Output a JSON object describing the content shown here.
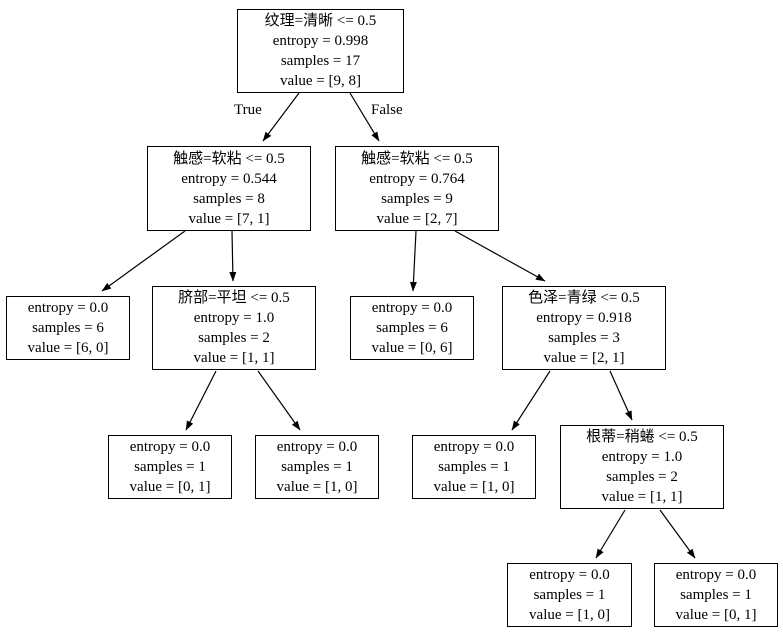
{
  "tree": {
    "edge_labels": {
      "true": "True",
      "false": "False"
    },
    "nodes": [
      {
        "id": "root",
        "condition": "纹理=清晰 <= 0.5",
        "entropy": "entropy = 0.998",
        "samples": "samples = 17",
        "value": "value = [9, 8]"
      },
      {
        "id": "touch-left",
        "condition": "触感=软粘 <= 0.5",
        "entropy": "entropy = 0.544",
        "samples": "samples = 8",
        "value": "value = [7, 1]"
      },
      {
        "id": "touch-right",
        "condition": "触感=软粘 <= 0.5",
        "entropy": "entropy = 0.764",
        "samples": "samples = 9",
        "value": "value = [2, 7]"
      },
      {
        "id": "leaf-6-0",
        "entropy": "entropy = 0.0",
        "samples": "samples = 6",
        "value": "value = [6, 0]"
      },
      {
        "id": "navel",
        "condition": "脐部=平坦 <= 0.5",
        "entropy": "entropy = 1.0",
        "samples": "samples = 2",
        "value": "value = [1, 1]"
      },
      {
        "id": "leaf-0-6",
        "entropy": "entropy = 0.0",
        "samples": "samples = 6",
        "value": "value = [0, 6]"
      },
      {
        "id": "color",
        "condition": "色泽=青绿 <= 0.5",
        "entropy": "entropy = 0.918",
        "samples": "samples = 3",
        "value": "value = [2, 1]"
      },
      {
        "id": "leaf-0-1-a",
        "entropy": "entropy = 0.0",
        "samples": "samples = 1",
        "value": "value = [0, 1]"
      },
      {
        "id": "leaf-1-0-a",
        "entropy": "entropy = 0.0",
        "samples": "samples = 1",
        "value": "value = [1, 0]"
      },
      {
        "id": "leaf-1-0-b",
        "entropy": "entropy = 0.0",
        "samples": "samples = 1",
        "value": "value = [1, 0]"
      },
      {
        "id": "root-stem",
        "condition": "根蒂=稍蜷 <= 0.5",
        "entropy": "entropy = 1.0",
        "samples": "samples = 2",
        "value": "value = [1, 1]"
      },
      {
        "id": "leaf-1-0-c",
        "entropy": "entropy = 0.0",
        "samples": "samples = 1",
        "value": "value = [1, 0]"
      },
      {
        "id": "leaf-0-1-b",
        "entropy": "entropy = 0.0",
        "samples": "samples = 1",
        "value": "value = [0, 1]"
      }
    ]
  }
}
